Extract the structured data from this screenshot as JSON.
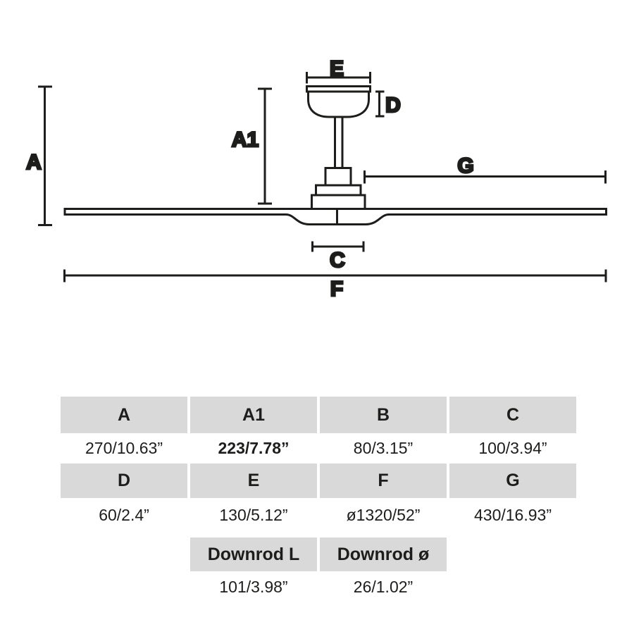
{
  "diagram": {
    "labels": {
      "A": "A",
      "A1": "A1",
      "C": "C",
      "D": "D",
      "E": "E",
      "F": "F",
      "G": "G"
    }
  },
  "table": {
    "header_row_1": [
      "A",
      "A1",
      "B",
      "C"
    ],
    "value_row_1": [
      "270/10.63”",
      "223/7.78”",
      "80/3.15”",
      "100/3.94”"
    ],
    "header_row_2": [
      "D",
      "E",
      "F",
      "G"
    ],
    "value_row_2": [
      "60/2.4”",
      "130/5.12”",
      "ø1320/52”",
      "430/16.93”"
    ],
    "header_row_3": [
      "Downrod L",
      "Downrod ø"
    ],
    "value_row_3": [
      "101/3.98”",
      "26/1.02”"
    ]
  },
  "colors": {
    "line": "#1d1d1b",
    "header_cell_bg": "#d9d9d9"
  }
}
